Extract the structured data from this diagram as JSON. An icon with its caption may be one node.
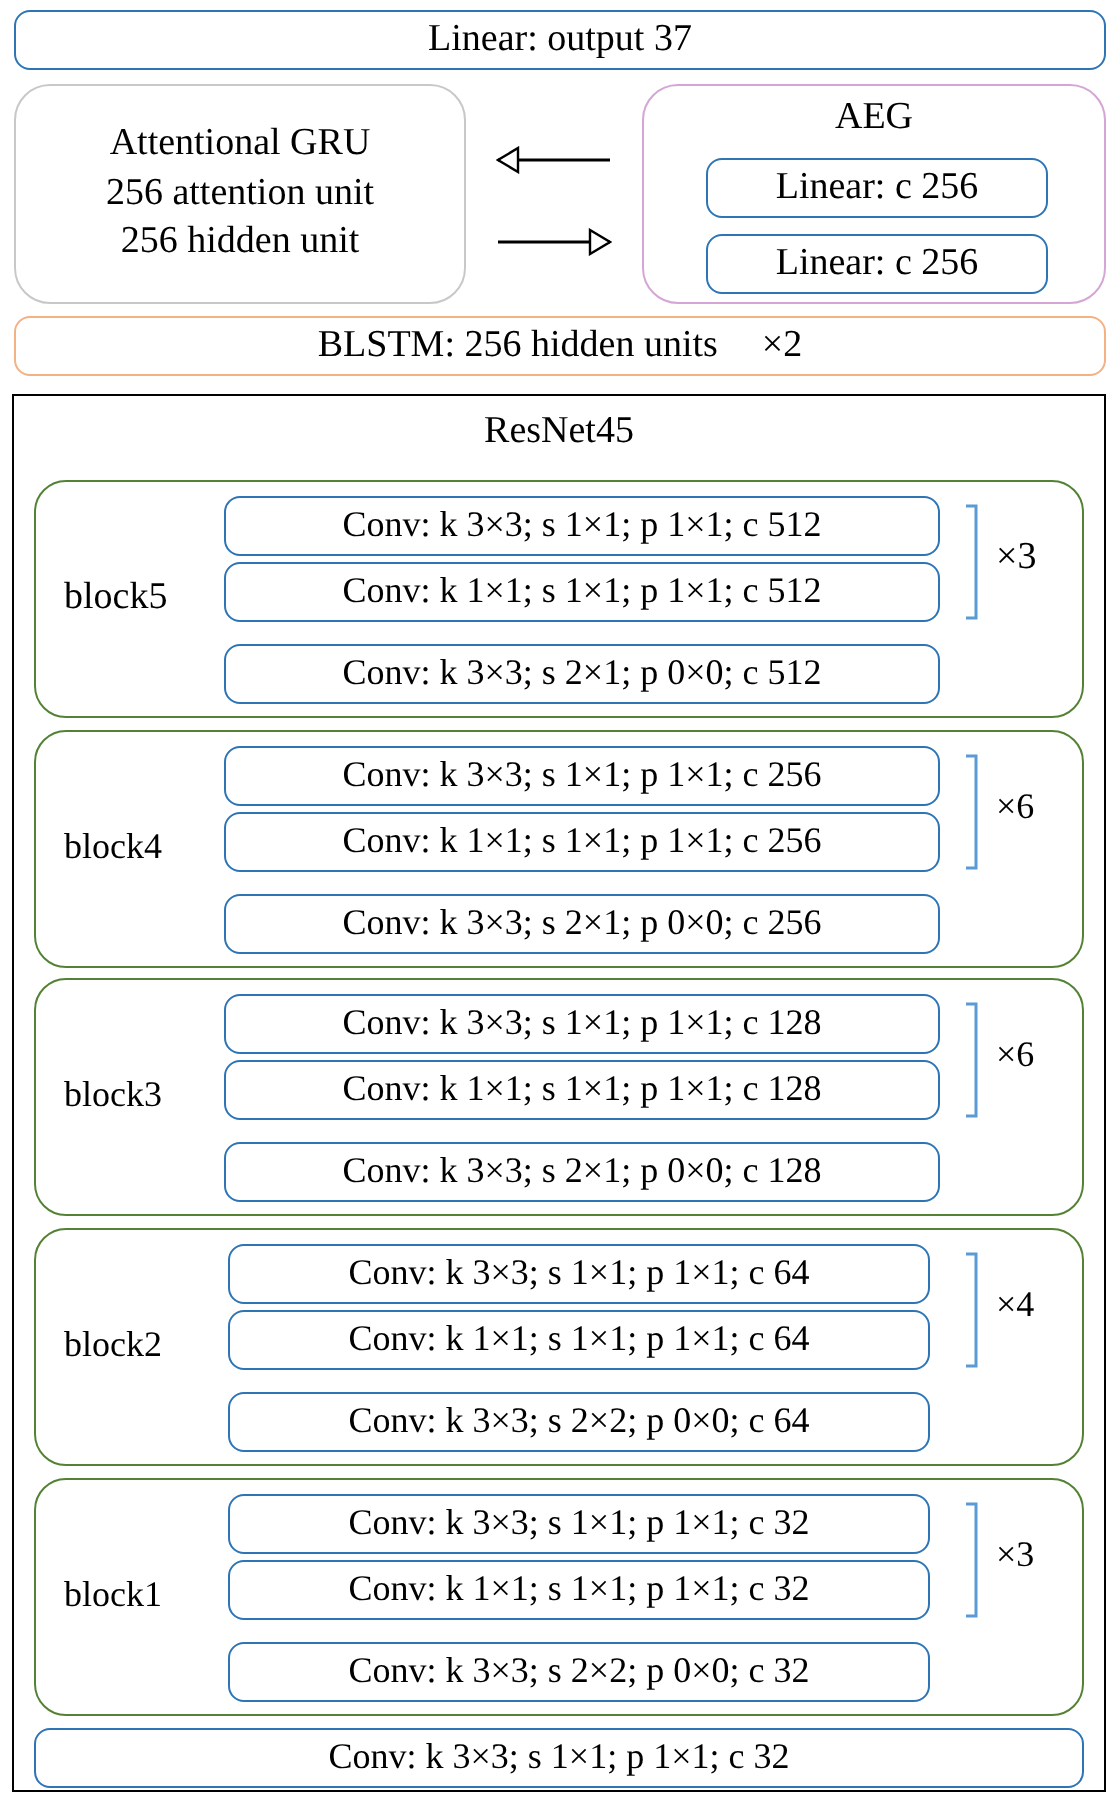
{
  "diagram": {
    "nodes": [
      {
        "text": [
          "Linear: output 37"
        ]
      },
      {
        "text": [
          "Attentional GRU",
          "256 attention unit",
          "256 hidden unit"
        ]
      },
      {
        "text": [
          "AEG"
        ]
      },
      {
        "text": [
          "Linear: c 256"
        ],
        "in": 2
      },
      {
        "text": [
          "Linear: c 256"
        ],
        "in": 2
      },
      {
        "text": [
          "BLSTM: 256 hidden units",
          "×2"
        ]
      },
      {
        "text": [
          "ResNet45"
        ]
      },
      {
        "text": [
          "block5",
          "×3"
        ],
        "in": 6
      },
      {
        "text": [
          "Conv: k 3×3; s 1×1; p 1×1; c 512"
        ],
        "in": 7
      },
      {
        "text": [
          "Conv: k 1×1; s 1×1; p 1×1; c 512"
        ],
        "in": 7
      },
      {
        "text": [
          "Conv: k 3×3; s 2×1; p 0×0; c 512"
        ],
        "in": 7
      },
      {
        "text": [
          "block4",
          "×6"
        ],
        "in": 6
      },
      {
        "text": [
          "Conv: k 3×3; s 1×1; p 1×1; c 256"
        ],
        "in": 11
      },
      {
        "text": [
          "Conv: k 1×1; s 1×1; p 1×1; c 256"
        ],
        "in": 11
      },
      {
        "text": [
          "Conv: k 3×3; s 2×1; p 0×0; c 256"
        ],
        "in": 11
      },
      {
        "text": [
          "block3",
          "×6"
        ],
        "in": 6
      },
      {
        "text": [
          "Conv: k 3×3; s 1×1; p 1×1; c 128"
        ],
        "in": 15
      },
      {
        "text": [
          "Conv: k 1×1; s 1×1; p 1×1; c 128"
        ],
        "in": 15
      },
      {
        "text": [
          "Conv: k 3×3; s 2×1; p 0×0; c 128"
        ],
        "in": 15
      },
      {
        "text": [
          "block2",
          "×4"
        ],
        "in": 6
      },
      {
        "text": [
          "Conv: k 3×3; s 1×1; p 1×1; c 64"
        ],
        "in": 19
      },
      {
        "text": [
          "Conv: k 1×1; s 1×1; p 1×1; c 64"
        ],
        "in": 19
      },
      {
        "text": [
          "Conv: k 3×3; s 2×2; p 0×0; c 64"
        ],
        "in": 19
      },
      {
        "text": [
          "block1",
          "×3"
        ],
        "in": 6
      },
      {
        "text": [
          "Conv: k 3×3; s 1×1; p 1×1; c 32"
        ],
        "in": 23
      },
      {
        "text": [
          "Conv: k 1×1; s 1×1; p 1×1; c 32"
        ],
        "in": 23
      },
      {
        "text": [
          "Conv: k 3×3; s 2×2; p 0×0; c 32"
        ],
        "in": 23
      },
      {
        "text": [
          "Conv: k 3×3; s 1×1; p 1×1; c 32"
        ],
        "in": 6
      }
    ],
    "edges": [
      {
        "from": 2,
        "to": 1,
        "arrow": "to"
      },
      {
        "from": 1,
        "to": 2,
        "arrow": "to"
      }
    ]
  }
}
